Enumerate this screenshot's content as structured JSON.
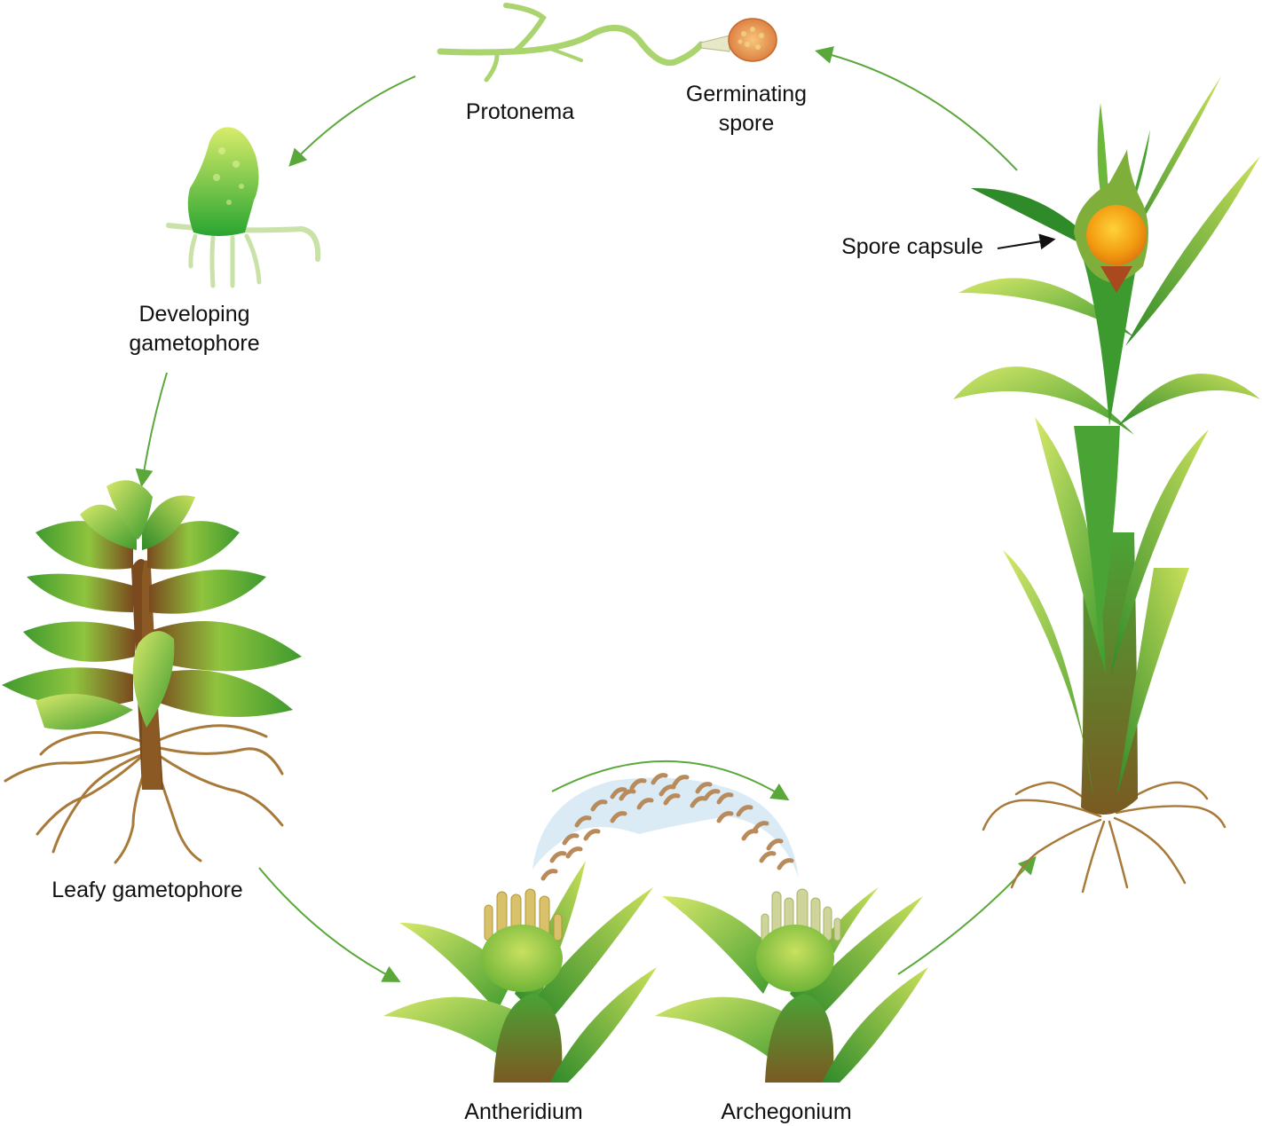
{
  "labels": {
    "protonema": "Protonema",
    "germinating_spore": [
      "Germinating",
      "spore"
    ],
    "spore_capsule": "Spore capsule",
    "developing_gametophore": [
      "Developing",
      "gametophore"
    ],
    "leafy_gametophore": "Leafy gametophore",
    "antheridium": "Antheridium",
    "archegonium": "Archegonium"
  },
  "colors": {
    "arrow": "#5aa83a",
    "leaf_light": "#b8d84a",
    "leaf_dark": "#2f8a2a",
    "stem_brown": "#7a4a1e",
    "root": "#a87a3a",
    "capsule": "#f29a10",
    "sperm": "#b98a5a",
    "water": "#cfe4f3"
  },
  "icons": [
    "protonema-icon",
    "germinating-spore-icon",
    "developing-gametophore-icon",
    "leafy-gametophore-icon",
    "antheridium-icon",
    "archegonium-icon",
    "sporophyte-icon",
    "sperm-cloud-icon"
  ]
}
